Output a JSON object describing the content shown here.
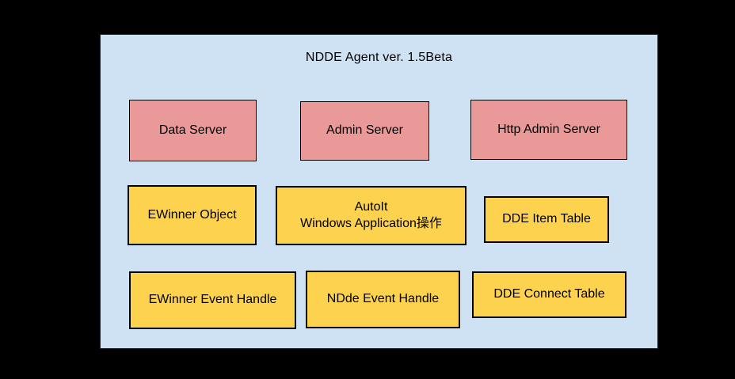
{
  "diagram": {
    "title": "NDDE Agent ver. 1.5Beta",
    "colors": {
      "outer_background": "#000000",
      "container_fill": "#cfe2f3",
      "server_box_fill": "#ea9999",
      "component_box_fill": "#fcd24f",
      "box_border": "#000000",
      "text": "#000000"
    },
    "servers": [
      {
        "label": "Data Server"
      },
      {
        "label": "Admin Server"
      },
      {
        "label": "Http Admin Server"
      }
    ],
    "middle_row": [
      {
        "label": "EWinner Object"
      },
      {
        "line1": "AutoIt",
        "line2": "Windows Application操作"
      },
      {
        "label": "DDE Item Table"
      }
    ],
    "bottom_row": [
      {
        "label": "EWinner Event Handle"
      },
      {
        "label": "NDde Event Handle"
      },
      {
        "label": "DDE Connect Table"
      }
    ]
  }
}
